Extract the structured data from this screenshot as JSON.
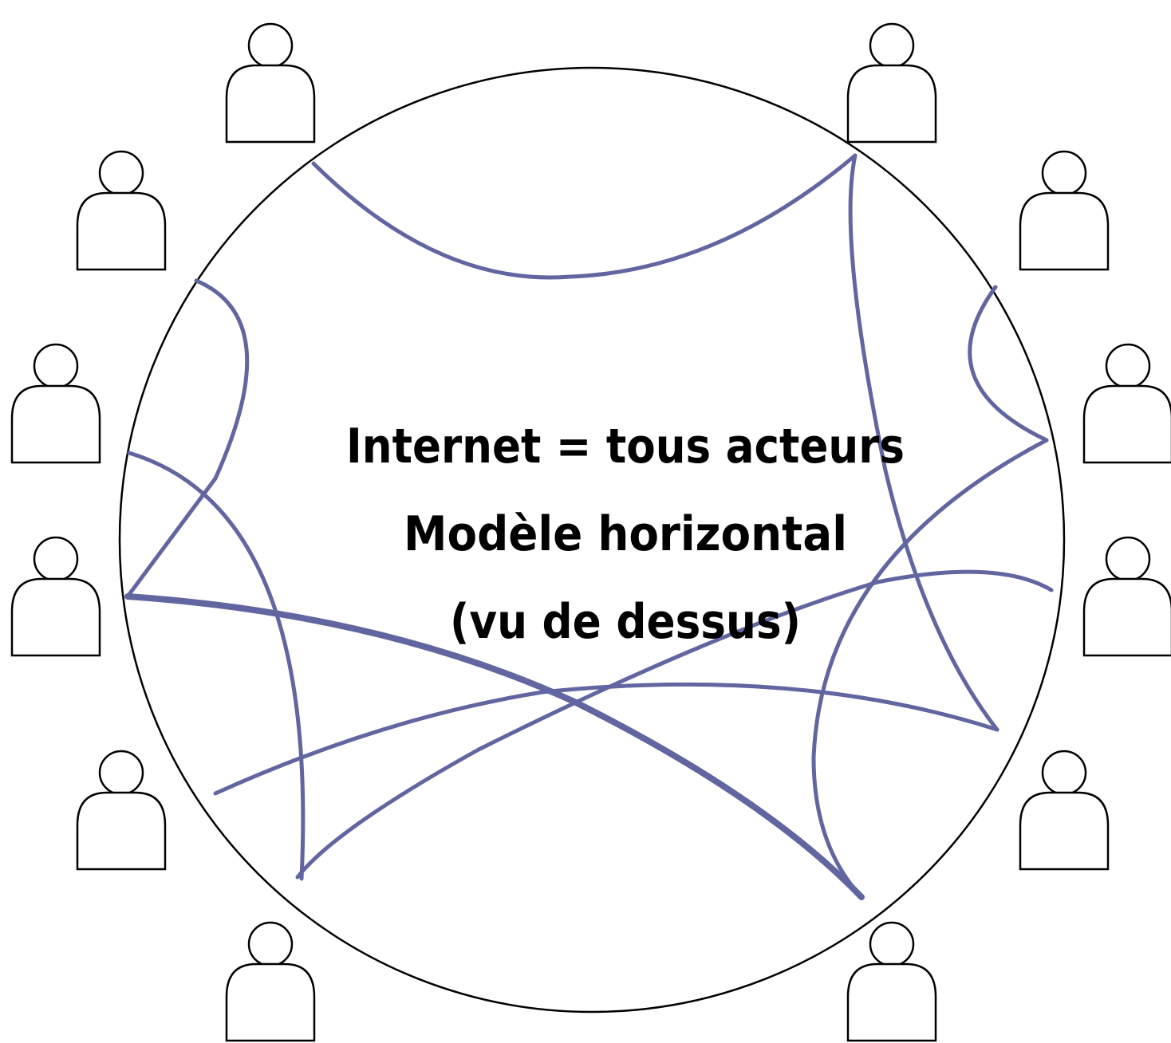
{
  "caption": {
    "line1": "Internet = tous acteurs",
    "line2": "Modèle horizontal",
    "line3": "(vu de dessus)"
  },
  "colors": {
    "link": "#6266a0",
    "outline": "#000000",
    "background": "#ffffff"
  },
  "icons": {
    "actor": "person-icon"
  },
  "actor_count": 12
}
